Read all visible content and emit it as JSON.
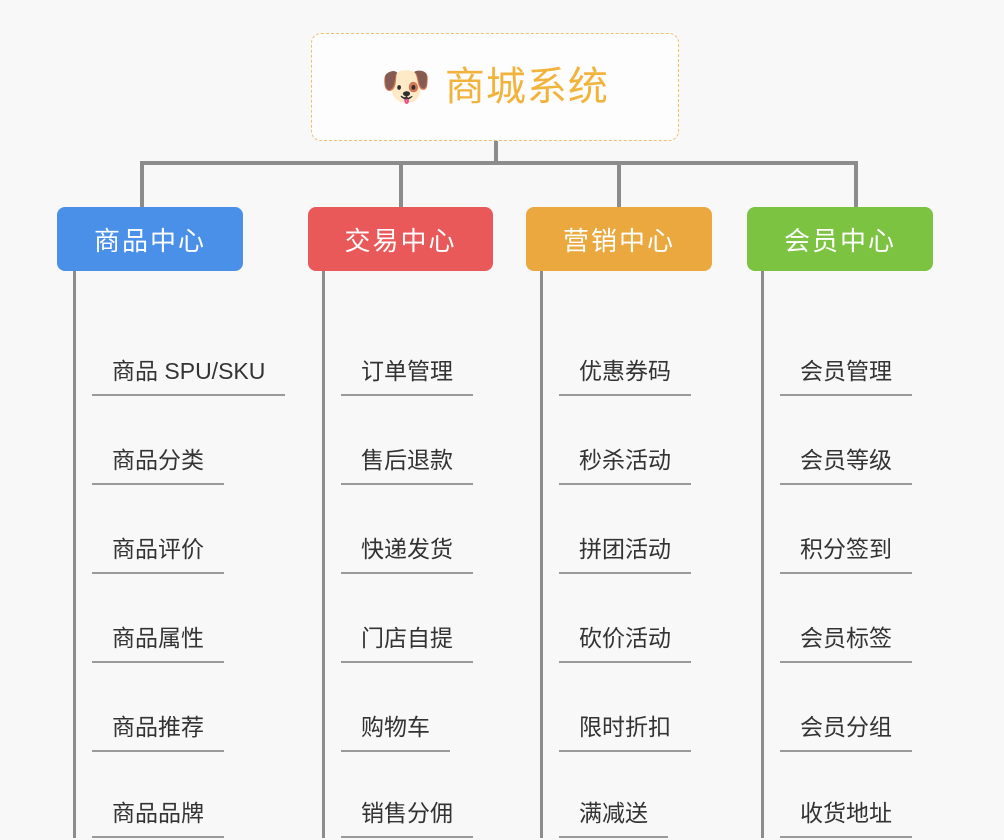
{
  "page": {
    "background_color": "#f8f8f8",
    "type": "mindmap"
  },
  "root": {
    "icon": "dog-face-emoji",
    "emoji": "🐶",
    "title": "商城系统",
    "text_color": "#f2b33d",
    "border_color": "#f0c070"
  },
  "connector_color": "#8c8c8c",
  "categories": [
    {
      "label": "商品中心",
      "color": "#4a90e8",
      "items": [
        "商品 SPU/SKU",
        "商品分类",
        "商品评价",
        "商品属性",
        "商品推荐",
        "商品品牌"
      ]
    },
    {
      "label": "交易中心",
      "color": "#e9595a",
      "items": [
        "订单管理",
        "售后退款",
        "快递发货",
        "门店自提",
        "购物车",
        "销售分佣"
      ]
    },
    {
      "label": "营销中心",
      "color": "#eaa83e",
      "items": [
        "优惠券码",
        "秒杀活动",
        "拼团活动",
        "砍价活动",
        "限时折扣",
        "满减送"
      ]
    },
    {
      "label": "会员中心",
      "color": "#7cc341",
      "items": [
        "会员管理",
        "会员等级",
        "积分签到",
        "会员标签",
        "会员分组",
        "收货地址"
      ]
    }
  ]
}
